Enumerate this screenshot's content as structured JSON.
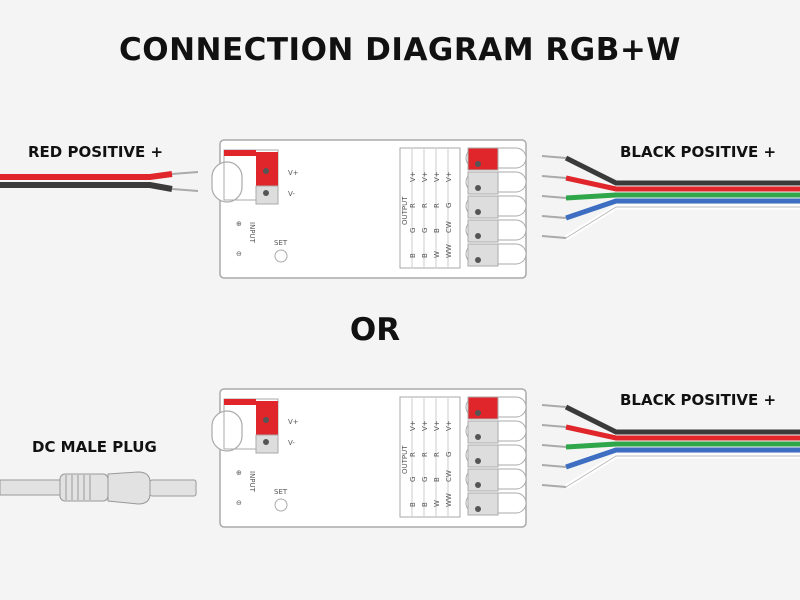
{
  "title": "CONNECTION DIAGRAM RGB+W",
  "separator": "OR",
  "top": {
    "left_caption": "RED POSITIVE +",
    "right_caption": "BLACK POSITIVE +"
  },
  "bottom": {
    "left_caption": "DC MALE PLUG",
    "right_caption": "BLACK POSITIVE +"
  },
  "controller": {
    "input_label": "INPUT",
    "plus_symbol": "⊕",
    "minus_symbol": "⊖",
    "v_plus": "V+",
    "v_minus": "V-",
    "set_label": "SET",
    "output_label": "OUTPUT",
    "output_columns": [
      [
        "B",
        "G",
        "R",
        "V+"
      ],
      [
        "B",
        "G",
        "R",
        "V+"
      ],
      [
        "W",
        "B",
        "R",
        "V+"
      ],
      [
        "WW",
        "CW",
        "G",
        "V+"
      ]
    ]
  },
  "colors": {
    "red": "#e0262b",
    "black": "#3a3a3a",
    "green": "#2fa64a",
    "blue": "#3d6ec2",
    "white": "#ffffff",
    "grey": "#d9d9d9"
  }
}
